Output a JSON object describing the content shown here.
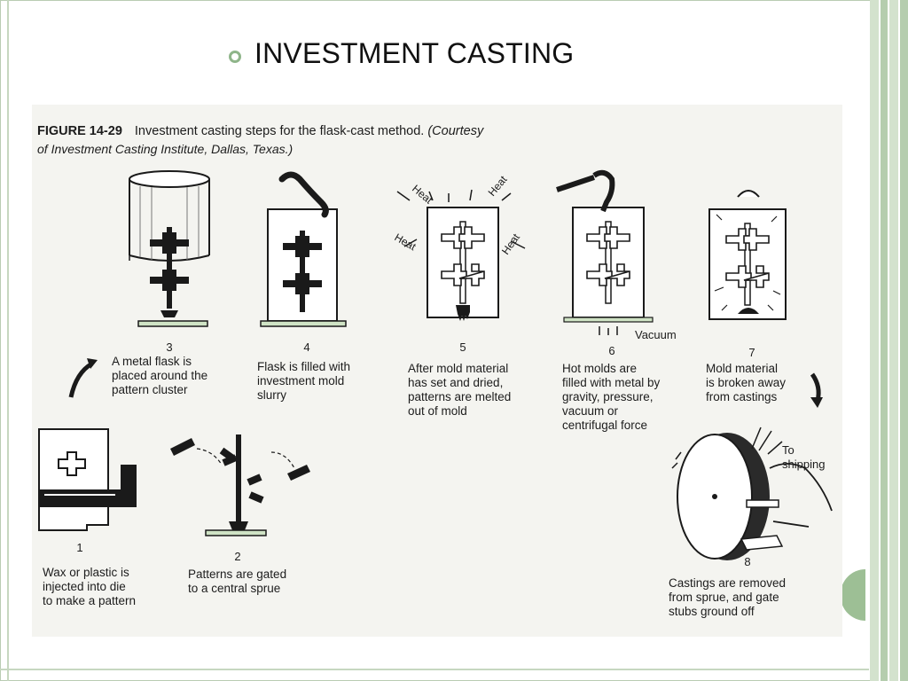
{
  "slide": {
    "title": "INVESTMENT CASTING"
  },
  "figure": {
    "label": "FIGURE 14-29",
    "caption": "Investment casting steps for the flask-cast method.",
    "courtesy_a": "(Courtesy",
    "courtesy_b": "of Investment Casting Institute, Dallas, Texas.)",
    "steps": [
      {
        "number": "1",
        "text": "Wax or plastic is\ninjected into die\nto make a pattern"
      },
      {
        "number": "2",
        "text": "Patterns are gated\nto a central sprue"
      },
      {
        "number": "3",
        "text": "A metal flask is\nplaced around the\npattern cluster"
      },
      {
        "number": "4",
        "text": "Flask is filled with\ninvestment mold\nslurry"
      },
      {
        "number": "5",
        "text": "After mold material\nhas set and dried,\npatterns are melted\nout of mold"
      },
      {
        "number": "6",
        "text": "Hot molds are\nfilled with metal by\ngravity, pressure,\nvacuum or\ncentrifugal force"
      },
      {
        "number": "7",
        "text": "Mold material\nis broken away\nfrom castings"
      },
      {
        "number": "8",
        "text": "Castings are removed\nfrom sprue, and gate\nstubs ground off"
      }
    ],
    "labels": {
      "heat": "Heat",
      "vacuum": "Vacuum",
      "to_shipping": "To\nshipping"
    }
  },
  "colors": {
    "accent_green": "#9dbf95",
    "frame_green": "#c6d7c0"
  }
}
